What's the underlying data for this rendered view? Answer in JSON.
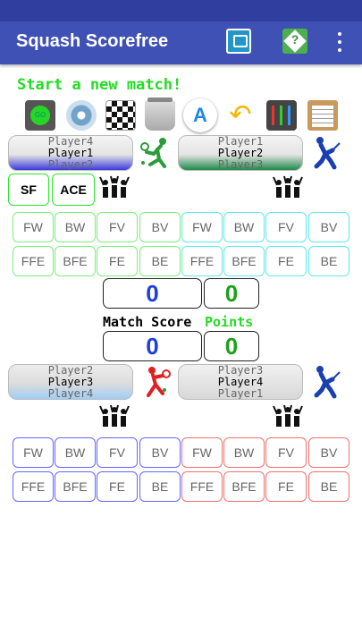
{
  "app": {
    "title": "Squash Scorefree",
    "help_glyph": "?"
  },
  "start_text": "Start a new match!",
  "toolbar": {
    "font_glyph": "A",
    "undo_glyph": "↶"
  },
  "team_top_left": {
    "lines": [
      "Player4",
      "Player1",
      "Player2"
    ]
  },
  "team_top_right": {
    "lines": [
      "Player1",
      "Player2",
      "Player3"
    ]
  },
  "team_bottom_left": {
    "lines": [
      "Player2",
      "Player3",
      "Player4"
    ]
  },
  "team_bottom_right": {
    "lines": [
      "Player3",
      "Player4",
      "Player1"
    ]
  },
  "buttons": {
    "sf": "SF",
    "ace": "ACE"
  },
  "shots": {
    "row1": [
      "FW",
      "BW",
      "FV",
      "BV"
    ],
    "row2": [
      "FFE",
      "BFE",
      "FE",
      "BE"
    ]
  },
  "scores": {
    "top_left": "0",
    "top_right": "0",
    "bottom_left": "0",
    "bottom_right": "0",
    "match_label": "Match Score",
    "points_label": "Points"
  }
}
